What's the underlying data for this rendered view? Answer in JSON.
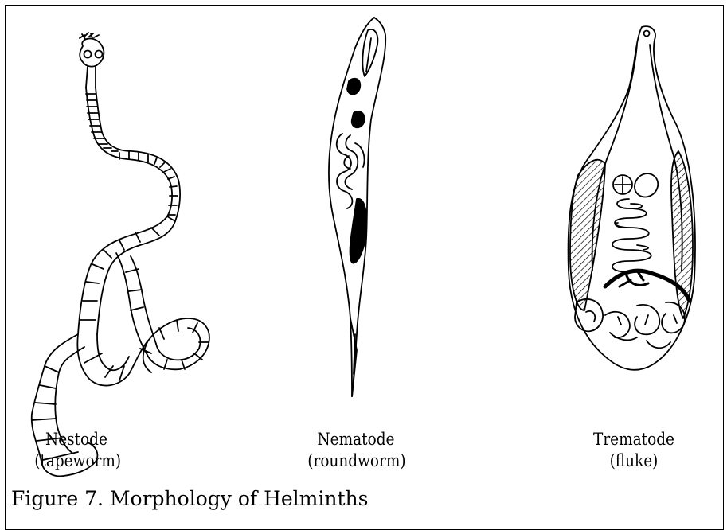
{
  "specimens": [
    {
      "name": "Nestode",
      "common": "(tapeworm)"
    },
    {
      "name": "Nematode",
      "common": "(roundworm)"
    },
    {
      "name": "Trematode",
      "common": "(fluke)"
    }
  ],
  "caption": "Figure 7. Morphology of Helminths",
  "colors": {
    "ink": "#000000",
    "paper": "#ffffff"
  }
}
